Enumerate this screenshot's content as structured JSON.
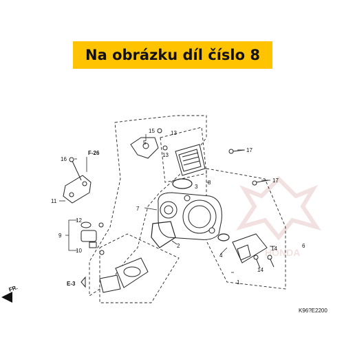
{
  "banner": {
    "text": "Na obrázku díl číslo 8"
  },
  "diagram": {
    "refs": {
      "f26": "F-26",
      "e3": "E-3",
      "fr": "FR."
    },
    "code": "K96?E2200",
    "watermark": "HONDA",
    "part_labels": {
      "p1": "1",
      "p2": "2",
      "p3": "3",
      "p4": "4",
      "p5": "5",
      "p6": "6",
      "p7": "7",
      "p8": "8",
      "p9": "9",
      "p10": "10",
      "p11": "11",
      "p12": "12",
      "p13a": "13",
      "p13b": "13",
      "p14a": "14",
      "p14b": "14",
      "p15": "15",
      "p16": "16",
      "p17a": "17",
      "p17b": "17"
    }
  },
  "colors": {
    "banner": "#ffc300",
    "watermark": "#e9c9c9",
    "line": "#222222"
  }
}
